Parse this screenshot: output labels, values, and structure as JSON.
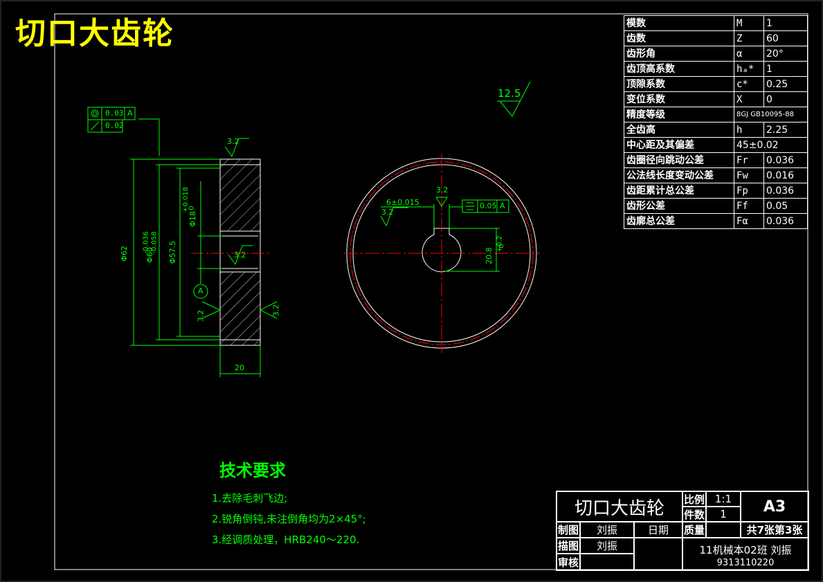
{
  "big_title": "切口大齿轮",
  "params": [
    {
      "name": "模数",
      "symbol": "M",
      "value": "1"
    },
    {
      "name": "齿数",
      "symbol": "Z",
      "value": "60"
    },
    {
      "name": "齿形角",
      "symbol": "α",
      "value": "20°"
    },
    {
      "name": "齿顶高系数",
      "symbol": "hₐ*",
      "value": "1"
    },
    {
      "name": "顶隙系数",
      "symbol": "c*",
      "value": "0.25"
    },
    {
      "name": "变位系数",
      "symbol": "X",
      "value": "0"
    },
    {
      "name": "精度等级",
      "symbol": "",
      "value": "8GJ GB10095-88"
    },
    {
      "name": "全齿高",
      "symbol": "h",
      "value": "2.25"
    },
    {
      "name": "中心距及其偏差",
      "symbol": "",
      "value": "45±0.02"
    },
    {
      "name": "齿圈径向跳动公差",
      "symbol": "Fr",
      "value": "0.036"
    },
    {
      "name": "公法线长度变动公差",
      "symbol": "Fw",
      "value": "0.016"
    },
    {
      "name": "齿距累计总公差",
      "symbol": "Fp",
      "value": "0.036"
    },
    {
      "name": "齿形公差",
      "symbol": "Ff",
      "value": "0.05"
    },
    {
      "name": "齿廓总公差",
      "symbol": "Fα",
      "value": "0.036"
    }
  ],
  "drawing": {
    "gtol_1_value": "0.03",
    "gtol_1_datum": "A",
    "gtol_2_value": "0.02",
    "roughness_global": "12.5",
    "roughness_marks": [
      "3.2",
      "3.2",
      "3.2",
      "3.2",
      "3.2",
      "3.2"
    ],
    "dim_phi62": "Φ62",
    "dim_phi60": "Φ60",
    "dim_phi60_tol_upper": "-0.036",
    "dim_phi60_tol_lower": "-0.058",
    "dim_phi57_5": "Φ57.5",
    "dim_phi18": "Φ18",
    "dim_phi18_tol_upper": "+0.018",
    "dim_phi18_tol_lower": "0",
    "dim_width": "20",
    "datum_label": "A",
    "keyway_width": "6±0.015",
    "keyway_sym_value": "0.05",
    "keyway_sym_datum": "A",
    "keyway_depth": "20.8",
    "keyway_depth_tol_upper": "+0.2",
    "keyway_depth_tol_lower": "0"
  },
  "tech": {
    "title": "技术要求",
    "items": [
      "1.去除毛刺飞边;",
      "2.锐角倒钝,未注倒角均为2×45°;",
      "3.经调质处理，HRB240～220."
    ]
  },
  "title_block": {
    "part_name": "切口大齿轮",
    "scale_label": "比例",
    "scale_value": "1:1",
    "qty_label": "件数",
    "qty_value": "1",
    "sheet_size": "A3",
    "drawn_label": "制图",
    "drawn_by": "刘振",
    "date_label": "日期",
    "mass_label": "质量",
    "sheet_info": "共7张第3张",
    "traced_label": "描图",
    "traced_by": "刘振",
    "checked_label": "审核",
    "class_info": "11机械本02班   刘振",
    "student_id": "9313110220"
  },
  "colors": {
    "background": "#000000",
    "title": "#ffff00",
    "green": "#00ff00",
    "white": "#ffffff",
    "red": "#ff0000"
  }
}
